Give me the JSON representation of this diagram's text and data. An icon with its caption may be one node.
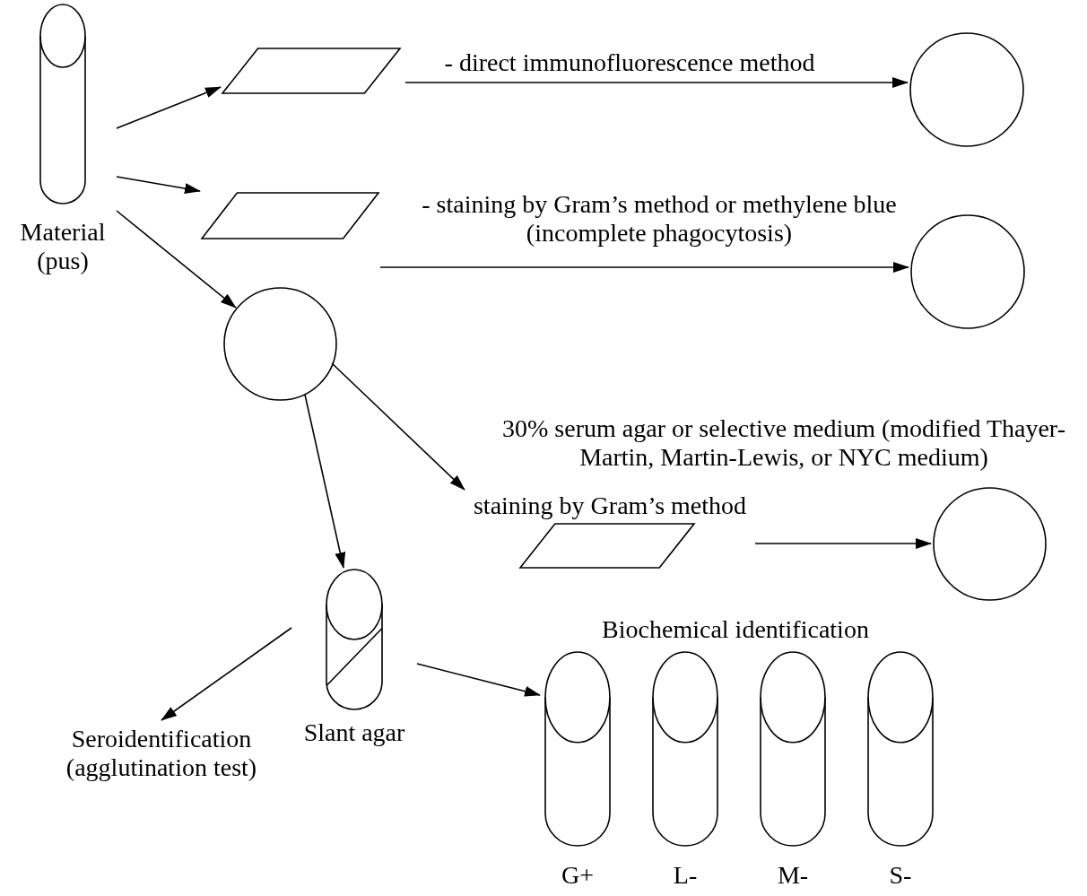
{
  "diagram": {
    "nodes": [
      {
        "text": [
          "Material (pus)"
        ]
      },
      {
        "text": [],
        "shape": "parallelogram"
      },
      {
        "text": [],
        "shape": "circle"
      },
      {
        "text": [],
        "shape": "parallelogram"
      },
      {
        "text": [],
        "shape": "circle"
      },
      {
        "text": [],
        "shape": "circle"
      },
      {
        "text": [
          "staining by Gram’s method"
        ]
      },
      {
        "text": [],
        "shape": "circle"
      },
      {
        "text": [
          "Slant agar"
        ]
      },
      {
        "text": [
          "Seroidentification (agglutination test)"
        ]
      },
      {
        "text": [
          "G+"
        ]
      },
      {
        "text": [
          "L-"
        ]
      },
      {
        "text": [
          "M-"
        ]
      },
      {
        "text": [
          "S-"
        ]
      }
    ],
    "edges": [
      {
        "from": 0,
        "to": 1,
        "arrow": "to"
      },
      {
        "from": 0,
        "to": 3,
        "arrow": "to"
      },
      {
        "from": 0,
        "to": 5,
        "arrow": "to"
      },
      {
        "from": 1,
        "to": 2,
        "arrow": "to",
        "label": "- direct immunofluorescence method"
      },
      {
        "from": 3,
        "to": 4,
        "arrow": "to",
        "label": "- staining by Gram’s method or methylene blue (incomplete phagocytosis)"
      },
      {
        "from": 5,
        "to": 6,
        "arrow": "to"
      },
      {
        "from": 5,
        "to": 8,
        "arrow": "to"
      },
      {
        "from": 6,
        "to": 7,
        "arrow": "to"
      },
      {
        "from": 8,
        "to": 9,
        "arrow": "to"
      },
      {
        "from": 8,
        "to": 10,
        "arrow": "to"
      }
    ],
    "labels": [
      "30% serum agar or selective medium (modified Thayer-Martin, Martin-Lewis, or NYC medium)",
      "Biochemical identification"
    ]
  }
}
